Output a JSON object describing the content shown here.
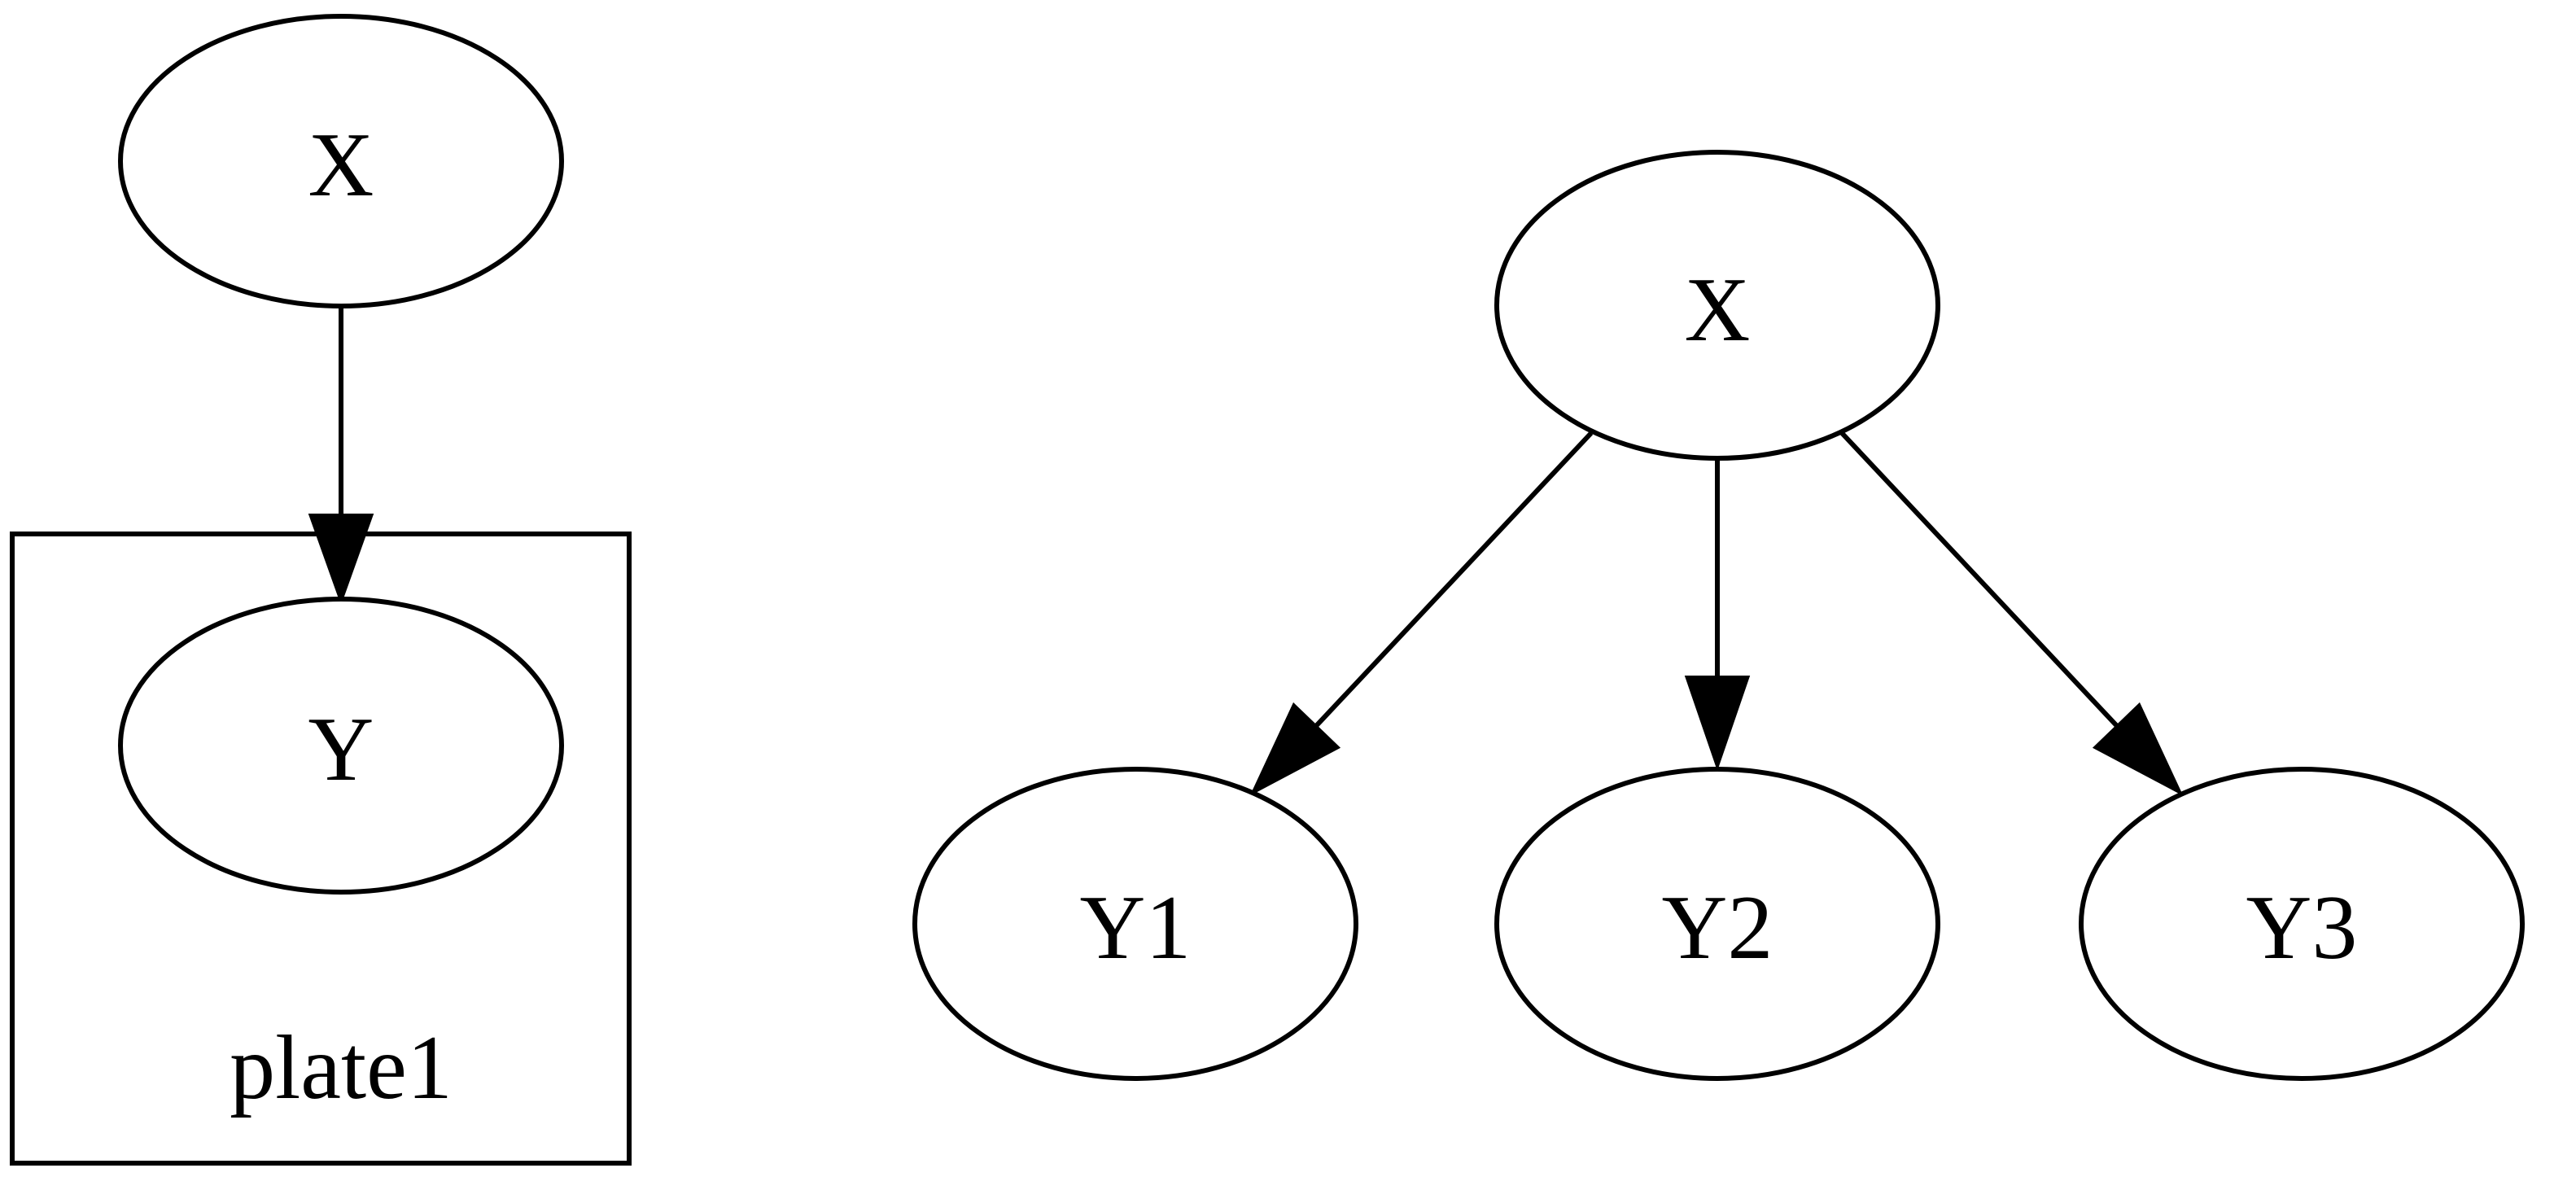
{
  "colors": {
    "stroke": "#000000",
    "fill": "#ffffff",
    "background": "#ffffff"
  },
  "left_graph": {
    "nodes": {
      "x": "X",
      "y": "Y"
    },
    "plate_label": "plate1"
  },
  "right_graph": {
    "nodes": {
      "x": "X",
      "y1": "Y1",
      "y2": "Y2",
      "y3": "Y3"
    }
  }
}
